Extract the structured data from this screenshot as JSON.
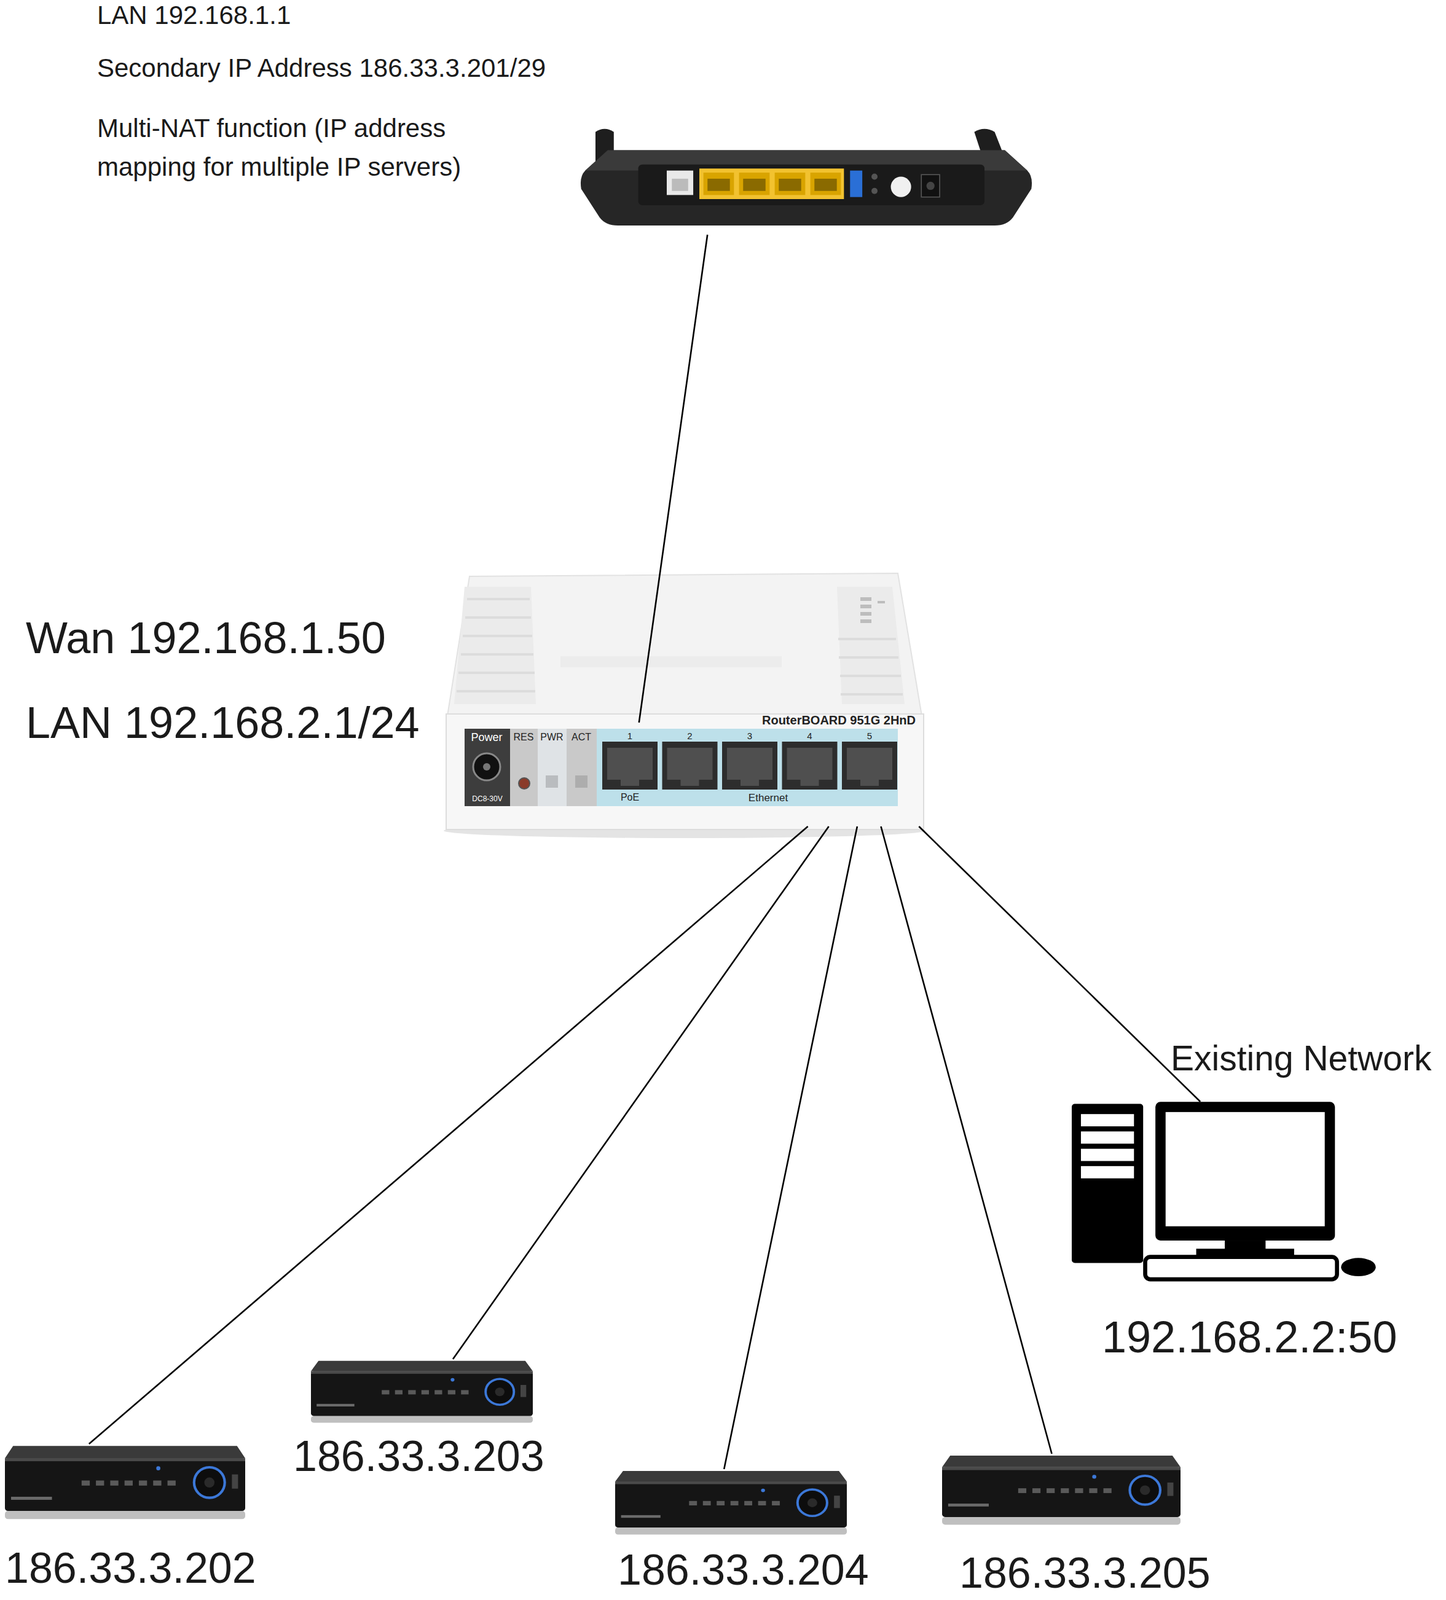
{
  "diagram": {
    "nodes": [
      {
        "text": [
          "LAN 192.168.1.1",
          "Secondary IP Address 186.33.3.201/29",
          "Multi-NAT function (IP address mapping for multiple IP servers)"
        ]
      },
      {
        "text": [
          "Wan 192.168.1.50",
          "LAN 192.168.2.1/24"
        ]
      },
      {
        "text": [
          "186.33.3.202"
        ]
      },
      {
        "text": [
          "186.33.3.203"
        ]
      },
      {
        "text": [
          "186.33.3.204"
        ]
      },
      {
        "text": [
          "186.33.3.205"
        ]
      },
      {
        "text": [
          "Existing Network",
          "192.168.2.2:50"
        ]
      }
    ],
    "edges": [
      {
        "from": 0,
        "to": 1,
        "arrow": "none"
      },
      {
        "from": 1,
        "to": 2,
        "arrow": "none"
      },
      {
        "from": 1,
        "to": 3,
        "arrow": "none"
      },
      {
        "from": 1,
        "to": 4,
        "arrow": "none"
      },
      {
        "from": 1,
        "to": 5,
        "arrow": "none"
      },
      {
        "from": 1,
        "to": 6,
        "arrow": "none"
      }
    ],
    "labels": [
      "RouterBOARD 951G 2HnD",
      "Power",
      "RES",
      "PWR",
      "ACT",
      "1",
      "2",
      "3",
      "4",
      "5",
      "PoE",
      "Ethernet",
      "DC8-30V"
    ]
  }
}
